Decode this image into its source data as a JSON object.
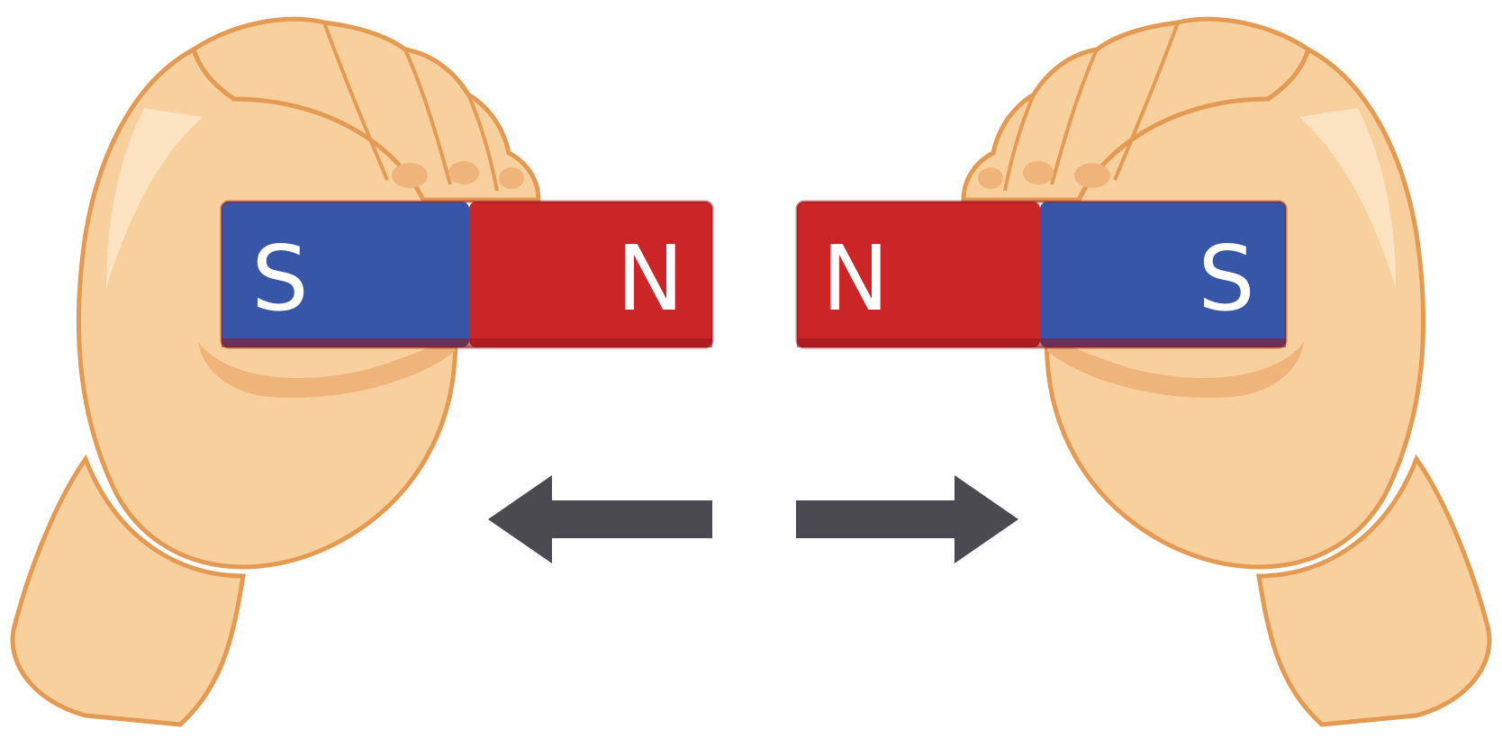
{
  "colors": {
    "background": "#ffffff",
    "skin_fill": "#f8d09e",
    "skin_highlight": "#fce4c2",
    "skin_shadow": "#efb47a",
    "skin_outline": "#e49a52",
    "north_pole": "#cc2528",
    "north_pole_shade": "#93161a",
    "south_pole": "#3756a8",
    "south_pole_shade": "#243c80",
    "arrow": "#4a4a50",
    "label": "#ffffff"
  },
  "left_magnet": {
    "left_pole": "S",
    "right_pole": "N"
  },
  "right_magnet": {
    "left_pole": "N",
    "right_pole": "S"
  },
  "arrows": [
    {
      "direction": "left",
      "icon": "arrow-left-icon"
    },
    {
      "direction": "right",
      "icon": "arrow-right-icon"
    }
  ]
}
